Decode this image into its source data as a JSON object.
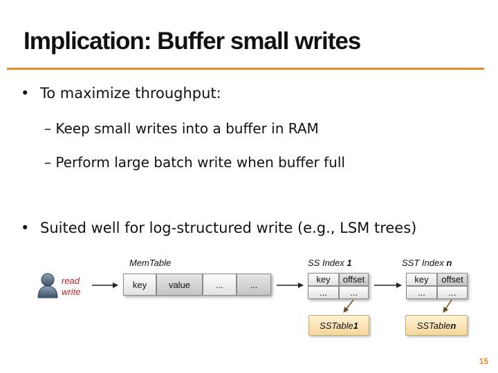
{
  "slide": {
    "title": "Implication:  Buffer small writes",
    "bullets": [
      {
        "text": "To maximize throughput:",
        "subs": [
          "Keep small writes into a buffer in RAM",
          "Perform large batch write when buffer full"
        ]
      },
      {
        "text": "Suited well for log-structured write (e.g., LSM trees)",
        "subs": []
      }
    ],
    "page_number": "15"
  },
  "diagram": {
    "client": {
      "line1": "read",
      "line2": "write",
      "icon": "user-icon"
    },
    "memtable": {
      "label": "MemTable",
      "cells": [
        "key",
        "value",
        "...",
        "..."
      ]
    },
    "ss_index_1": {
      "label_prefix": "SS Index ",
      "label_num": "1",
      "header": [
        "key",
        "offset"
      ],
      "row": [
        "...",
        "..."
      ]
    },
    "sst_index_n": {
      "label_prefix": "SST Index ",
      "label_num": "n",
      "header": [
        "key",
        "offset"
      ],
      "row": [
        "...",
        "..."
      ]
    },
    "sstable_1": {
      "prefix": "SSTable ",
      "num": "1"
    },
    "sstable_n": {
      "prefix": "SSTable ",
      "num": "n"
    }
  },
  "colors": {
    "accent": "#e8892a",
    "read_write": "#b3261e",
    "sstable_fill": "#f5d79a"
  }
}
